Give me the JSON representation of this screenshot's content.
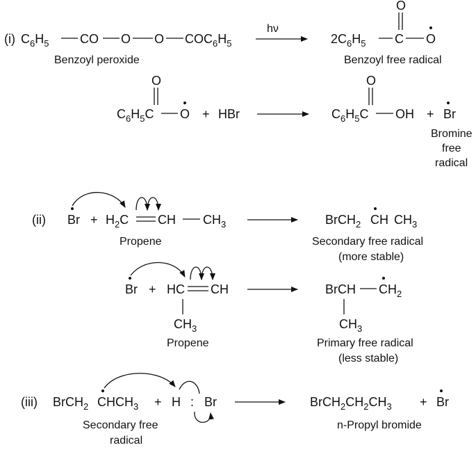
{
  "step1": {
    "label": "(i)",
    "reactant_c": "C",
    "reactant_sub1": "6",
    "reactant_h": "H",
    "reactant_sub2": "5",
    "co": "CO",
    "o1": "O",
    "o2": "O",
    "coc": "COC",
    "coc_sub1": "6",
    "coc_h": "H",
    "coc_sub2": "5",
    "reagent": "hν",
    "reactant_name": "Benzoyl peroxide",
    "product_2c": "2C",
    "product_sub1": "6",
    "product_h": "H",
    "product_sub2": "5",
    "product_c": "C",
    "product_o_top": "O",
    "product_o": "O",
    "product_name": "Benzoyl free radical"
  },
  "step1b": {
    "r_c": "C",
    "r_sub1": "6",
    "r_h": "H",
    "r_sub2": "5",
    "r_c2": "C",
    "r_o_top": "O",
    "r_o": "O",
    "plus": "+",
    "hbr": "HBr",
    "p_c": "C",
    "p_sub1": "6",
    "p_h": "H",
    "p_sub2": "5",
    "p_c2": "C",
    "p_o_top": "O",
    "p_oh": "OH",
    "plus2": "+",
    "br": "Br",
    "br_name_1": "Bromine",
    "br_name_2": "free",
    "br_name_3": "radical"
  },
  "step2": {
    "label": "(ii)",
    "br": "Br",
    "plus": "+",
    "h2c": "H",
    "h2c_sub": "2",
    "h2c_c": "C",
    "ch": "CH",
    "ch3": "CH",
    "ch3_sub": "3",
    "reactant_name": "Propene",
    "prod_a": "BrCH",
    "prod_a_sub": "2",
    "prod_b": "CH",
    "prod_c": "CH",
    "prod_c_sub": "3",
    "product_name_1": "Secondary free radical",
    "product_name_2": "(more stable)"
  },
  "step2b": {
    "br": "Br",
    "plus": "+",
    "hc": "HC",
    "ch": "CH",
    "ch3": "CH",
    "ch3_sub": "3",
    "reactant_name": "Propene",
    "prod_brch": "BrCH",
    "prod_ch2": "CH",
    "prod_ch2_sub": "2",
    "prod_ch3": "CH",
    "prod_ch3_sub": "3",
    "product_name_1": "Primary free radical",
    "product_name_2": "(less stable)"
  },
  "step3": {
    "label": "(iii)",
    "r_a": "BrCH",
    "r_a_sub": "2",
    "r_b": "CHCH",
    "r_b_sub": "3",
    "plus": "+",
    "h": "H",
    "colon": ":",
    "br": "Br",
    "reactant_name_1": "Secondary free",
    "reactant_name_2": "radical",
    "p_a": "BrCH",
    "p_a_sub": "2",
    "p_b": "CH",
    "p_b_sub": "2",
    "p_c": "CH",
    "p_c_sub": "3",
    "plus2": "+",
    "br2": "Br",
    "product_name": "n-Propyl bromide"
  }
}
